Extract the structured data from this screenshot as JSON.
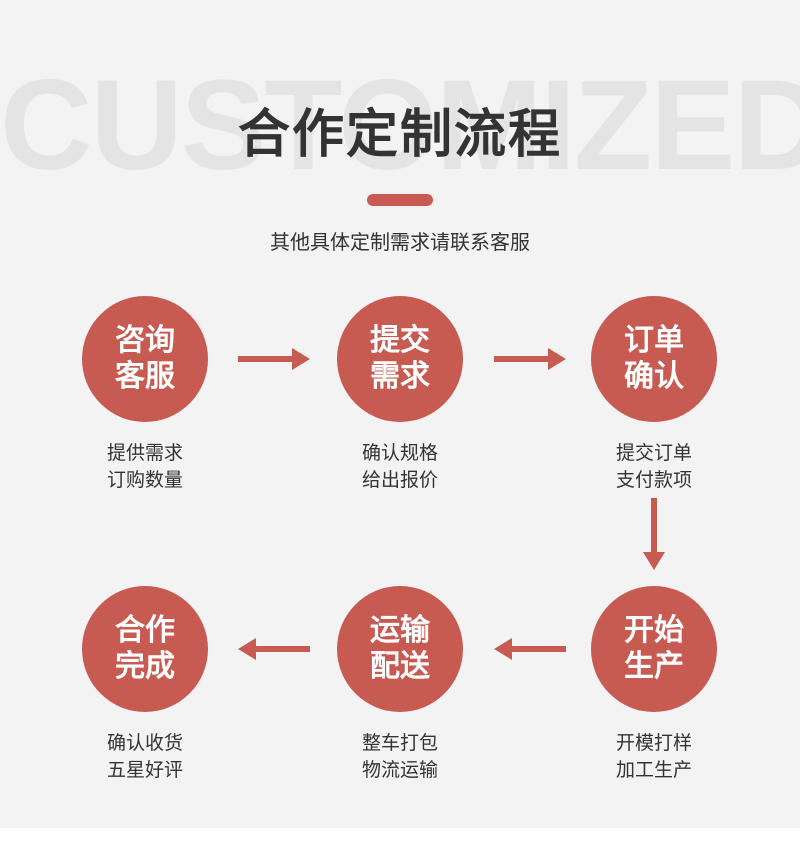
{
  "colors": {
    "accent": "#c75b52",
    "background": "#f3f3f3",
    "text": "#333333",
    "watermark": "#e4e4e4"
  },
  "header": {
    "watermark": "CUSTOMIZED",
    "title": "合作定制流程",
    "subtitle": "其他具体定制需求请联系客服"
  },
  "steps": [
    {
      "title": "咨询\n客服",
      "desc": "提供需求\n订购数量"
    },
    {
      "title": "提交\n需求",
      "desc": "确认规格\n给出报价"
    },
    {
      "title": "订单\n确认",
      "desc": "提交订单\n支付款项"
    },
    {
      "title": "开始\n生产",
      "desc": "开模打样\n加工生产"
    },
    {
      "title": "运输\n配送",
      "desc": "整车打包\n物流运输"
    },
    {
      "title": "合作\n完成",
      "desc": "确认收货\n五星好评"
    }
  ],
  "arrows": [
    "arrow-right-icon",
    "arrow-right-icon",
    "arrow-down-icon",
    "arrow-left-icon",
    "arrow-left-icon"
  ]
}
